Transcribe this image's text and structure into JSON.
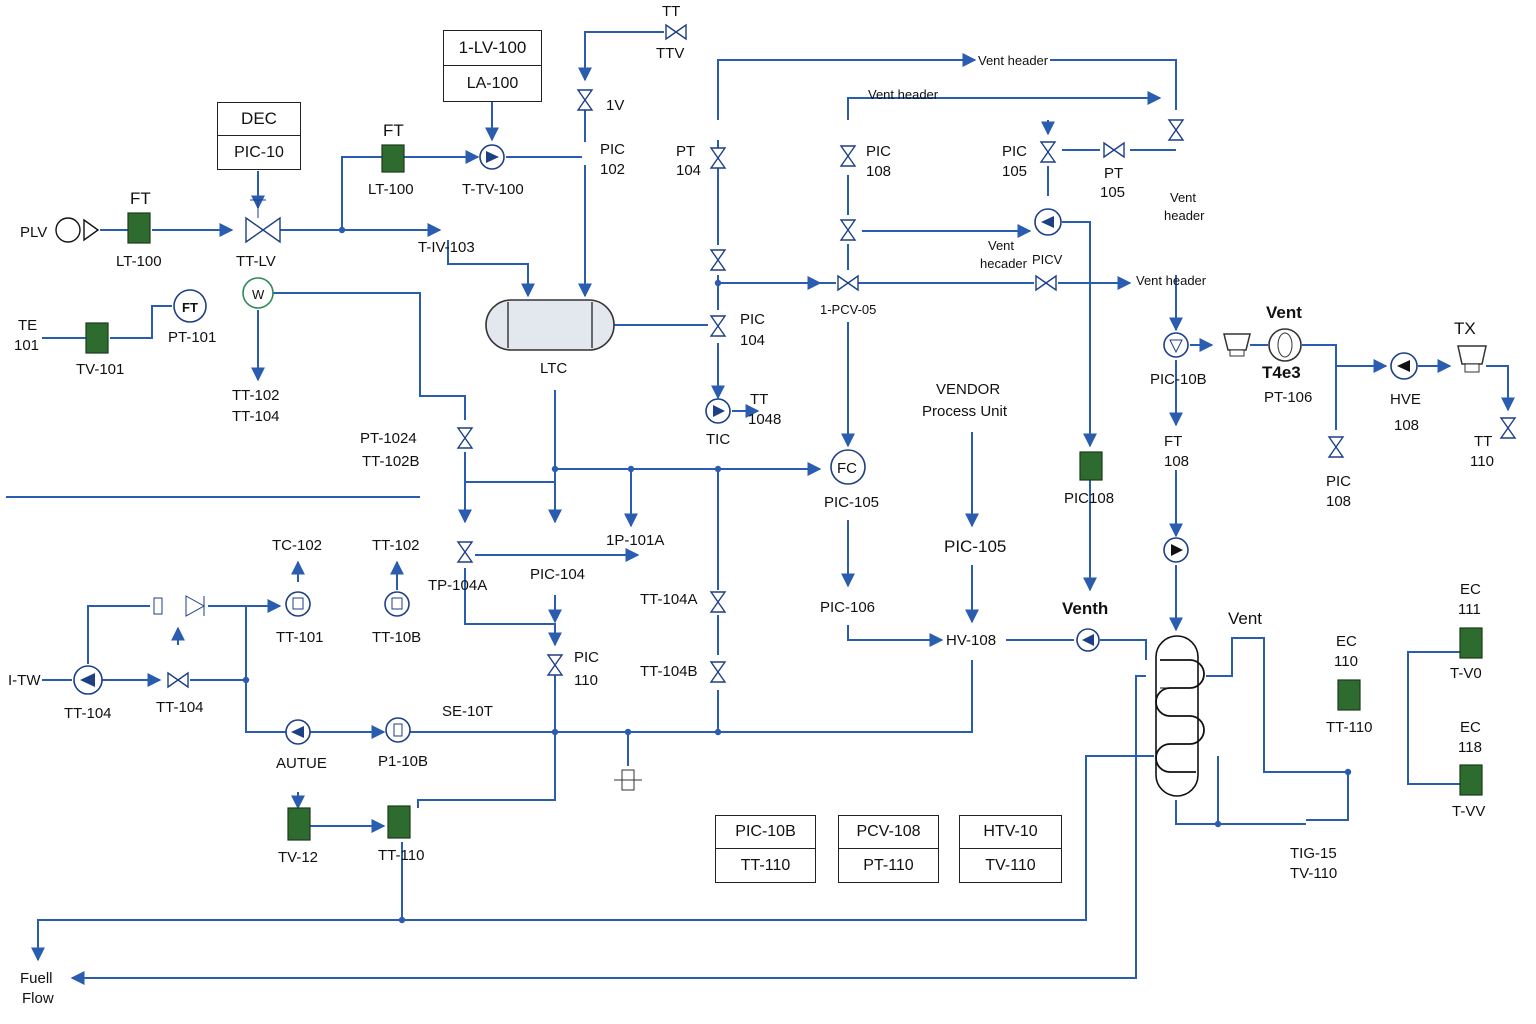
{
  "boxes": {
    "b1": {
      "top": "1-LV-100",
      "bottom": "LA-100"
    },
    "b2": {
      "top": "DEC",
      "bottom": "PIC-10"
    },
    "b3": {
      "top": "PIC-10B",
      "bottom": "TT-110"
    },
    "b4": {
      "top": "PCV-108",
      "bottom": "PT-110"
    },
    "b5": {
      "top": "HTV-10",
      "bottom": "TV-110"
    }
  },
  "labels": {
    "plv": "PLV",
    "ft1": "FT",
    "lt100a": "LT-100",
    "ttlv": "TT-LV",
    "ft2": "FT",
    "lt100b": "LT-100",
    "ttv100": "T-TV-100",
    "tiv103": "T-IV-103",
    "tt_top": "TT",
    "ttv": "TTV",
    "v1": "1V",
    "pic102a": "PIC",
    "pic102b": "102",
    "te": "TE",
    "te101": "101",
    "tv101": "TV-101",
    "ft_inst": "FT",
    "pt101": "PT-101",
    "w": "W",
    "tt102": "TT-102",
    "tt104": "TT-104",
    "ltc": "LTC",
    "pt104a": "PT",
    "pt104b": "104",
    "pic104a": "PIC",
    "pic104b": "104",
    "tt1048a": "TT",
    "tt1048b": "1048",
    "tic": "TIC",
    "pic108a": "PIC",
    "pic108b": "108",
    "pic105a": "PIC",
    "pic105b": "105",
    "pt105a": "PT",
    "pt105b": "105",
    "vent_header1": "Vent header",
    "vent_header2": "Vent header",
    "vent_header3a": "Vent",
    "vent_header3b": "header",
    "vent_hecader_a": "Vent",
    "vent_hecader_b": "hecader",
    "picv": "PICV",
    "vent_header4": "Vent header",
    "pcv05": "1-PCV-05",
    "vendor1": "VENDOR",
    "vendor2": "Process Unit",
    "fc": "FC",
    "pic105c": "PIC-105",
    "pic105d": "PIC-105",
    "pic106": "PIC-106",
    "hv108": "HV-108",
    "pic108c": "PIC108",
    "venth": "Venth",
    "pt1024": "PT-1024",
    "tt102b": "TT-102B",
    "p101a": "1P-101A",
    "tc102": "TC-102",
    "tt102c": "TT-102",
    "tp104a": "TP-104A",
    "pic104c": "PIC-104",
    "tt101": "TT-101",
    "tt10b": "TT-10B",
    "tt104a": "TT-104A",
    "tt104b": "TT-104B",
    "pic110a": "PIC",
    "pic110b": "110",
    "itw": "I-TW",
    "tt104c": "TT-104",
    "tt104d": "TT-104",
    "autue": "AUTUE",
    "p110b": "P1-10B",
    "se10t": "SE-10T",
    "tv12": "TV-12",
    "tt110": "TT-110",
    "fuel1": "Fuell",
    "fuel2": "Flow",
    "vent_top": "Vent",
    "t4e3": "T4e3",
    "pt106": "PT-106",
    "pic10b": "PIC-10B",
    "ft108a": "FT",
    "ft108b": "108",
    "hve1": "HVE",
    "hve2": "108",
    "pic108d": "PIC",
    "pic108e": "108",
    "tx": "TX",
    "tt110a": "TT",
    "tt110b": "110",
    "vent_hx": "Vent",
    "ec110a": "EC",
    "ec110b": "110",
    "tt110c": "TT-110",
    "tig15": "TIG-15",
    "tv110": "TV-110",
    "ec111a": "EC",
    "ec111b": "111",
    "tv0": "T-V0",
    "ec118a": "EC",
    "ec118b": "118",
    "tvv": "T-VV"
  },
  "colors": {
    "line": "#2a5db0",
    "instrument_fill": "#2e6b2e"
  }
}
